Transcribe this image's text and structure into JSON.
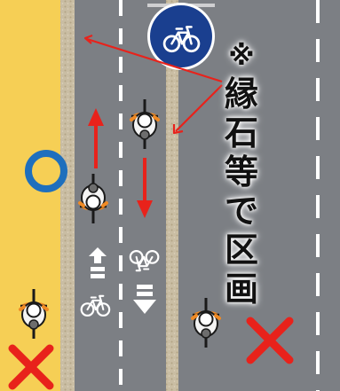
{
  "title": "",
  "annotation": {
    "mark": "※",
    "chars": [
      "縁",
      "石",
      "等",
      "で",
      "区",
      "画"
    ]
  },
  "sign": {
    "icon": "bicycle-icon",
    "color": "#1a3f8f"
  },
  "lanes": {
    "sidewalk": {
      "color": "#f6cf55"
    },
    "road": {
      "color": "#7c7f84"
    },
    "curb": {
      "color": "#c8bca2"
    }
  },
  "markers": {
    "ok": {
      "symbol": "circle",
      "color": "#1e6fbd"
    },
    "ng": {
      "symbol": "cross",
      "color": "#e8221b"
    }
  },
  "direction_arrows": {
    "color": "#e8221b"
  },
  "cyclists": [
    {
      "location": "sidewalk",
      "verdict": "ng"
    },
    {
      "location": "bike-lane-left",
      "direction": "up",
      "verdict": "ok"
    },
    {
      "location": "bike-lane-right",
      "direction": "down",
      "verdict": "ok"
    },
    {
      "location": "car-lane",
      "verdict": "ng"
    }
  ]
}
